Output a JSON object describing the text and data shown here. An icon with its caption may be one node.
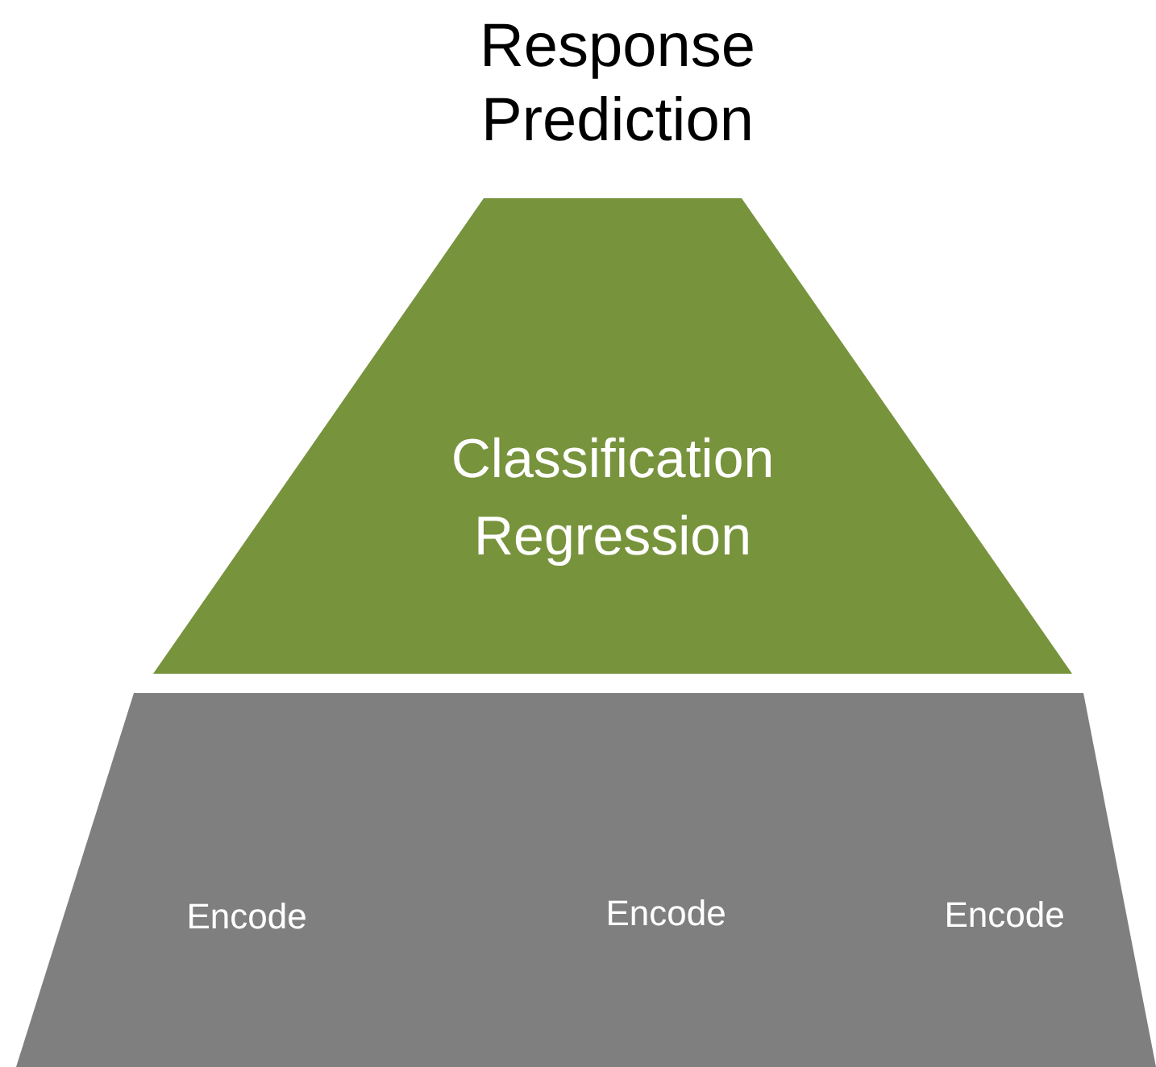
{
  "diagram": {
    "title": "Response Prediction",
    "nodes": [
      {
        "text": [
          "Classification Regression"
        ]
      },
      {
        "text": [
          "Encode",
          "Encode",
          "Encode"
        ]
      }
    ]
  }
}
